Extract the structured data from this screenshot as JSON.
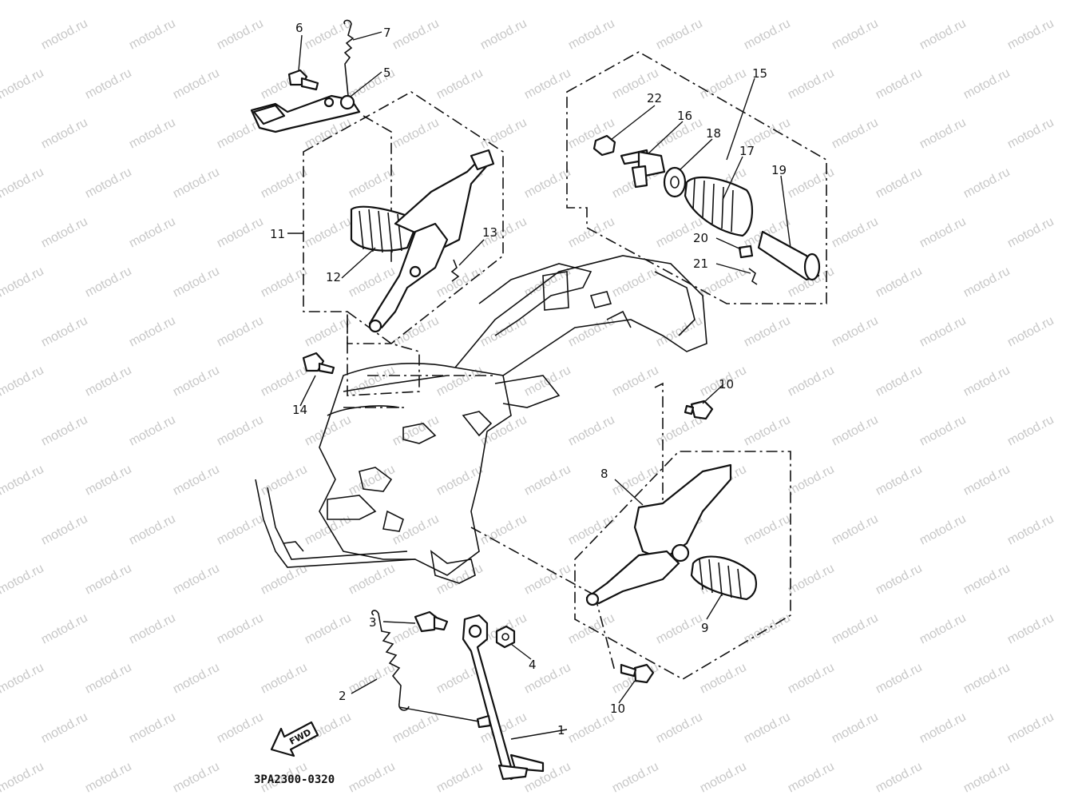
{
  "watermark": "motod.ru",
  "diagram_code": "3PA2300-0320",
  "fwd_label": "FWD",
  "callouts": [
    "1",
    "2",
    "3",
    "4",
    "5",
    "6",
    "7",
    "8",
    "9",
    "10",
    "10",
    "11",
    "12",
    "13",
    "14",
    "15",
    "16",
    "17",
    "18",
    "19",
    "20",
    "21",
    "22"
  ]
}
